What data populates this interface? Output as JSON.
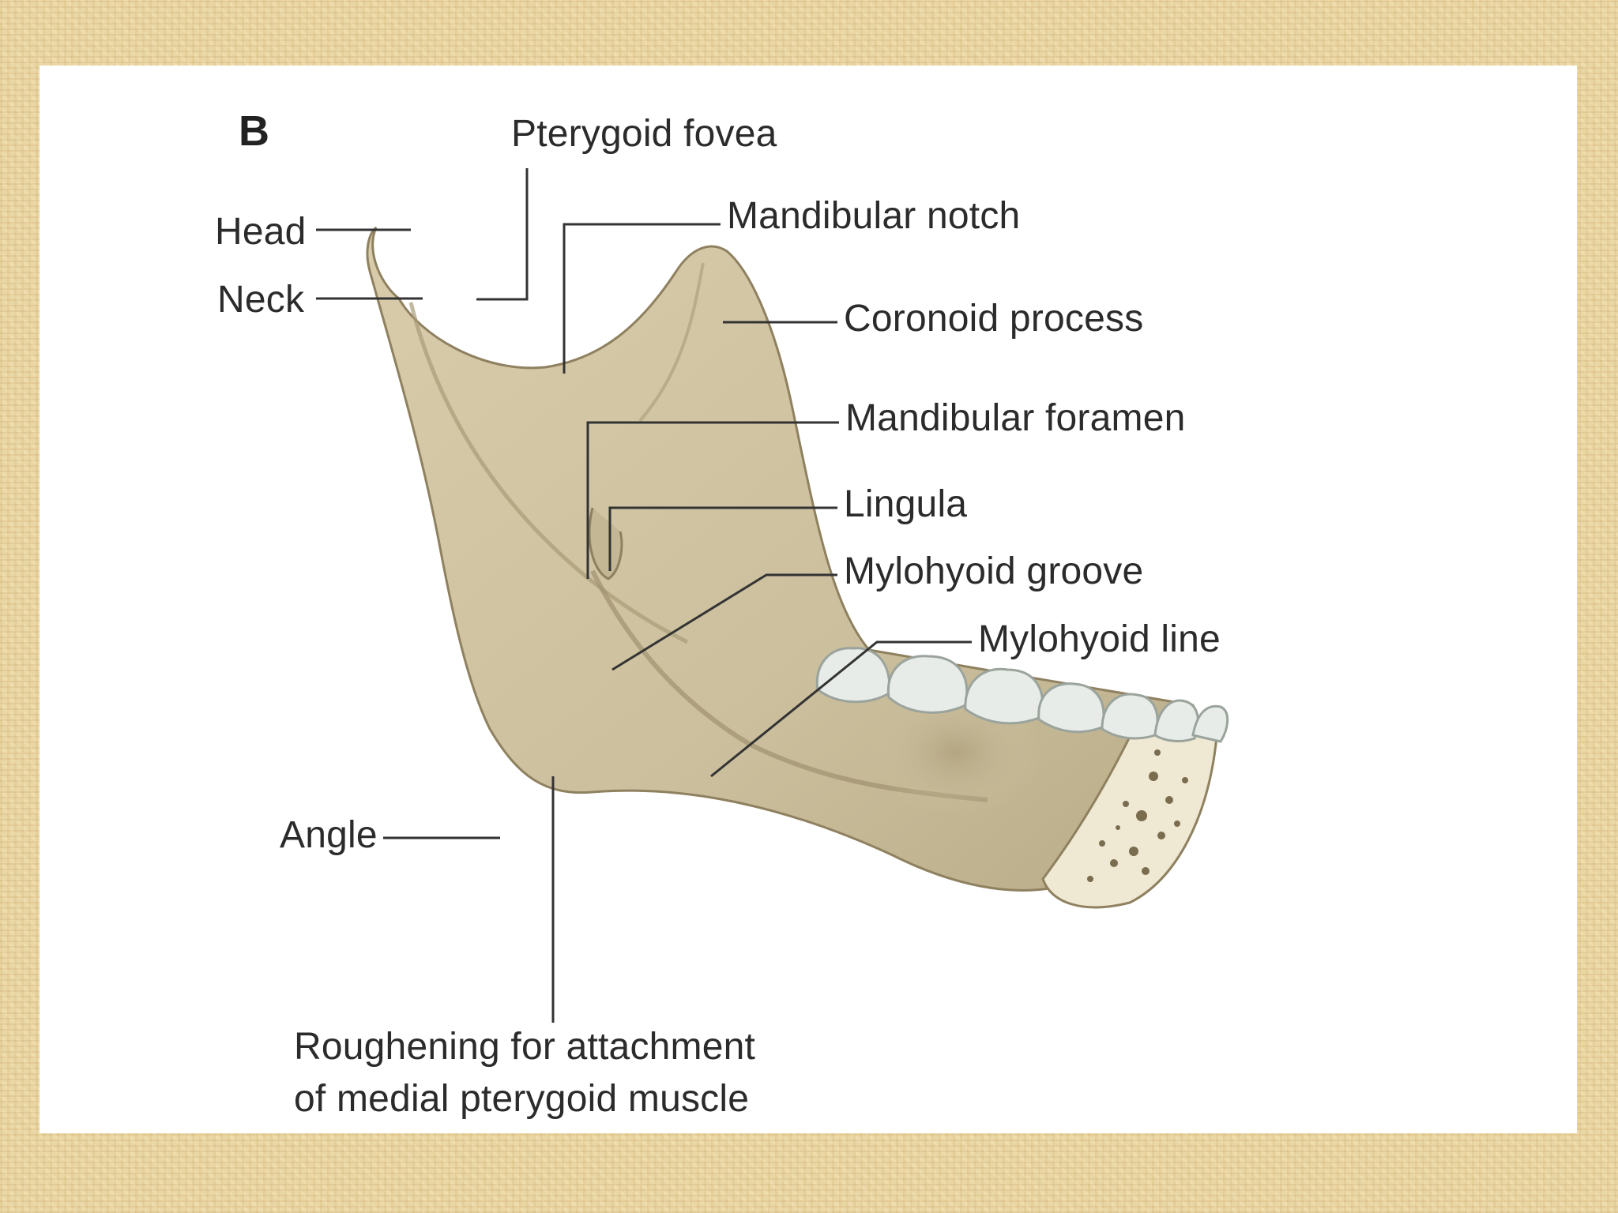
{
  "figure": {
    "panel_letter": "B",
    "labels": {
      "pterygoid_fovea": "Pterygoid fovea",
      "head": "Head",
      "neck": "Neck",
      "mandibular_notch": "Mandibular notch",
      "coronoid_process": "Coronoid process",
      "mandibular_foramen": "Mandibular foramen",
      "lingula": "Lingula",
      "mylohyoid_groove": "Mylohyoid groove",
      "mylohyoid_line": "Mylohyoid line",
      "angle": "Angle",
      "roughening_line1": "Roughening for attachment",
      "roughening_line2": "of medial pterygoid muscle"
    }
  },
  "colors": {
    "background_frame": "#ead7a6",
    "panel": "#ffffff",
    "bone": "#cfc3a2",
    "bone_shadow": "#a89a76",
    "tooth": "#e6ebe6",
    "leader_line": "#333333"
  }
}
